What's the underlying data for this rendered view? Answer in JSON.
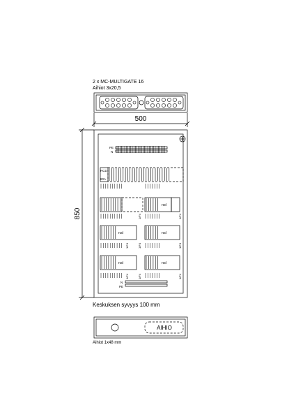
{
  "top_view": {
    "title": "2 x MC-MULTIGATE 16",
    "subtitle": "Aihiot 3x20,5"
  },
  "dimensions": {
    "width": "500",
    "height": "850"
  },
  "front_view": {
    "pe_label": "PE",
    "n_label": "N",
    "main_label_top": "RCD",
    "main_label_bottom": "80A",
    "rcd_label": "rcd",
    "section_label": "1/F4",
    "bottom_n_label": "N",
    "bottom_pe_label": "PE"
  },
  "depth_note": "Keskuksen syvyys 100 mm",
  "bottom_view": {
    "label": "AIHIO",
    "note": "Aihiot 1x48 mm"
  }
}
